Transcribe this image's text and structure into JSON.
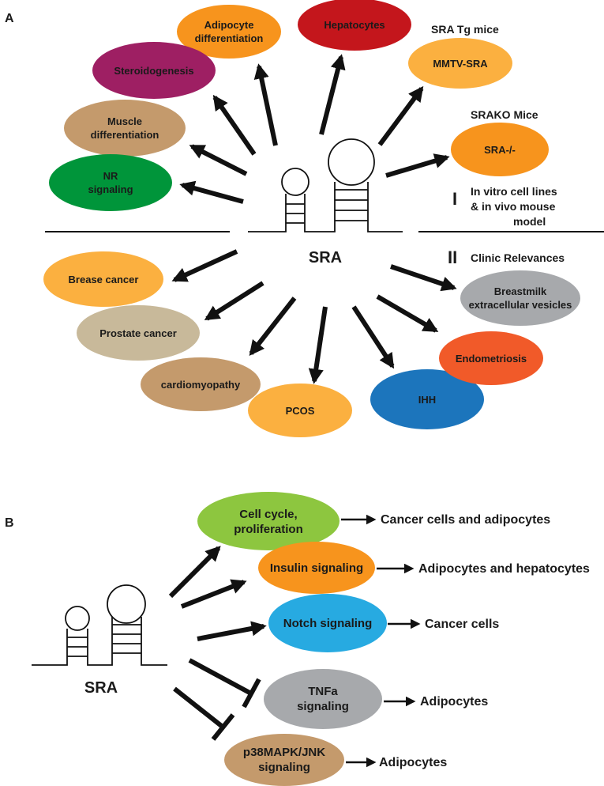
{
  "panel_a": {
    "letter": "A",
    "center_label": "SRA",
    "ellipses": [
      {
        "id": "adipocyte-differentiation",
        "lines": [
          "Adipocyte",
          "differentiation"
        ],
        "color": "#f7941d",
        "text_color": "#1a1a1a"
      },
      {
        "id": "hepatocytes",
        "lines": [
          "Hepatocytes"
        ],
        "color": "#c4161c",
        "text_color": "#1a1a1a"
      },
      {
        "id": "steroidogenesis",
        "lines": [
          "Steroidogenesis"
        ],
        "color": "#9e1f63",
        "text_color": "#1a1a1a"
      },
      {
        "id": "muscle-differentiation",
        "lines": [
          "Muscle",
          "differentiation"
        ],
        "color": "#c49a6c",
        "text_color": "#1a1a1a"
      },
      {
        "id": "nr-signaling",
        "lines": [
          "NR",
          "signaling"
        ],
        "color": "#00953a",
        "text_color": "#1a1a1a"
      },
      {
        "id": "mmtv-sra",
        "lines": [
          "MMTV-SRA"
        ],
        "color": "#fbb040",
        "text_color": "#1a1a1a"
      },
      {
        "id": "sra-ko",
        "lines": [
          "SRA-/-"
        ],
        "color": "#f7941d",
        "text_color": "#1a1a1a"
      },
      {
        "id": "brease-cancer",
        "lines": [
          "Brease cancer"
        ],
        "color": "#fbb040",
        "text_color": "#1a1a1a"
      },
      {
        "id": "prostate-cancer",
        "lines": [
          "Prostate cancer"
        ],
        "color": "#c8b99a",
        "text_color": "#1a1a1a"
      },
      {
        "id": "cardiomyopathy",
        "lines": [
          "cardiomyopathy"
        ],
        "color": "#c49a6c",
        "text_color": "#1a1a1a"
      },
      {
        "id": "pcos",
        "lines": [
          "PCOS"
        ],
        "color": "#fbb040",
        "text_color": "#1a1a1a"
      },
      {
        "id": "ihh",
        "lines": [
          "IHH"
        ],
        "color": "#1c75bc",
        "text_color": "#1a1a1a"
      },
      {
        "id": "endometriosis",
        "lines": [
          "Endometriosis"
        ],
        "color": "#f15a29",
        "text_color": "#1a1a1a"
      },
      {
        "id": "breastmilk-evs",
        "lines": [
          "Breastmilk",
          "extracellular vesicles"
        ],
        "color": "#a7a9ac",
        "text_color": "#1a1a1a"
      }
    ],
    "labels": {
      "sra_tg_mice": "SRA Tg mice",
      "srako_mice": "SRAKO Mice",
      "roman_1": "I",
      "invitro_lines": [
        "In vitro cell lines",
        "& in vivo mouse",
        "model"
      ],
      "roman_2": "II",
      "clinic": "Clinic Relevances"
    }
  },
  "panel_b": {
    "letter": "B",
    "center_label": "SRA",
    "effects": [
      {
        "id": "cell-cycle",
        "lines": [
          "Cell cycle,",
          "proliferation"
        ],
        "color": "#8dc63f",
        "relation": "activate",
        "target": "Cancer cells and adipocytes"
      },
      {
        "id": "insulin-signaling",
        "lines": [
          "Insulin signaling"
        ],
        "color": "#f7941d",
        "relation": "activate",
        "target": "Adipocytes and hepatocytes"
      },
      {
        "id": "notch-signaling",
        "lines": [
          "Notch signaling"
        ],
        "color": "#27aae1",
        "relation": "activate",
        "target": "Cancer cells"
      },
      {
        "id": "tnfa-signaling",
        "lines": [
          "TNFa",
          "signaling"
        ],
        "color": "#a7a9ac",
        "relation": "inhibit",
        "target": "Adipocytes"
      },
      {
        "id": "p38-signaling",
        "lines": [
          "p38MAPK/JNK",
          "signaling"
        ],
        "color": "#c49a6c",
        "relation": "inhibit",
        "target": "Adipocytes"
      }
    ]
  }
}
